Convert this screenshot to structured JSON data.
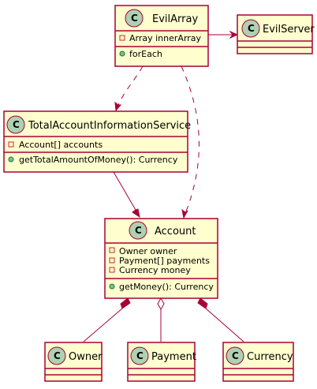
{
  "classes": {
    "evil_array": {
      "name": "EvilArray",
      "fields": [
        "Array innerArray"
      ],
      "methods": [
        "forEach"
      ]
    },
    "evil_server": {
      "name": "EvilServer"
    },
    "total_account_information_service": {
      "name": "TotalAccountInformationService",
      "fields": [
        "Account[] accounts"
      ],
      "methods": [
        "getTotalAmountOfMoney(): Currency"
      ]
    },
    "account": {
      "name": "Account",
      "fields": [
        "Owner owner",
        "Payment[] payments",
        "Currency money"
      ],
      "methods": [
        "getMoney(): Currency"
      ]
    },
    "owner": {
      "name": "Owner"
    },
    "payment": {
      "name": "Payment"
    },
    "currency": {
      "name": "Currency"
    }
  },
  "relations": [
    {
      "from": "EvilArray",
      "to": "EvilServer",
      "kind": "association"
    },
    {
      "from": "EvilArray",
      "to": "TotalAccountInformationService",
      "kind": "dependency"
    },
    {
      "from": "EvilArray",
      "to": "Account",
      "kind": "dependency"
    },
    {
      "from": "TotalAccountInformationService",
      "to": "Account",
      "kind": "association"
    },
    {
      "from": "Account",
      "to": "Owner",
      "kind": "composition"
    },
    {
      "from": "Account",
      "to": "Payment",
      "kind": "aggregation"
    },
    {
      "from": "Account",
      "to": "Currency",
      "kind": "composition"
    }
  ],
  "colors": {
    "class_fill": "#FEFECE",
    "class_border": "#A80036",
    "edge": "#A80036",
    "class_badge": "#ADD1B2"
  }
}
